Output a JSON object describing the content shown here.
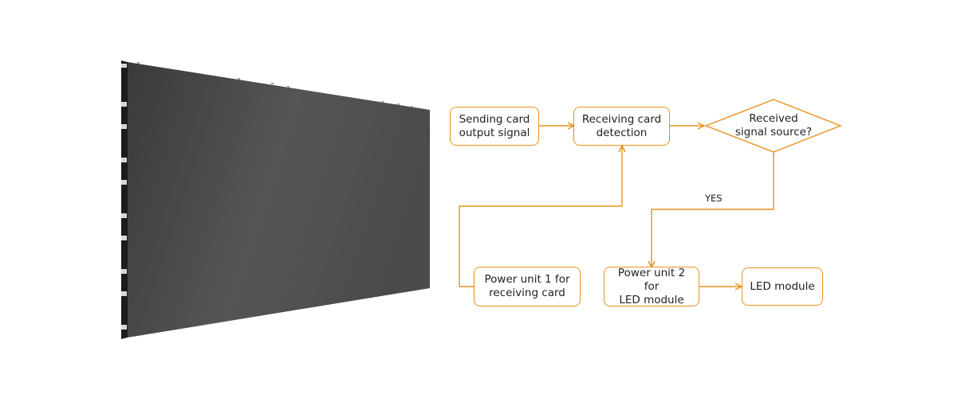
{
  "diagram": {
    "accent_color": "#e8911d",
    "panel": {
      "icon": "led-display-panel-image",
      "face_color": "#4a4a4a"
    },
    "nodes": {
      "sending": "Sending card\noutput signal",
      "receiving": "Receiving card\ndetection",
      "decision": "Received\nsignal source?",
      "power1": "Power unit 1 for\nreceiving card",
      "power2": "Power unit 2 for\nLED module",
      "led": "LED module"
    },
    "edge_labels": {
      "yes": "YES"
    }
  }
}
